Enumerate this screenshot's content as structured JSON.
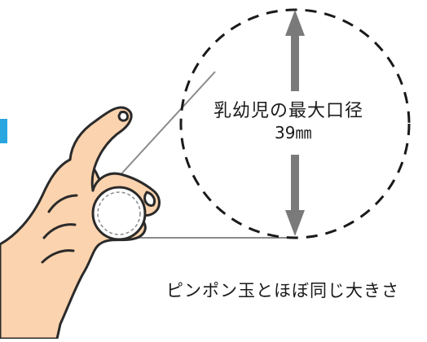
{
  "diagram": {
    "title_label": "乳幼児の最大口径",
    "size_label": "39㎜",
    "caption": "ピンポン玉とほぼ同じ大きさ"
  },
  "colors": {
    "skin": "#fbd3ae",
    "outline": "#2a2a2a",
    "arrow": "#7a7a7a",
    "accent": "#29a6e0",
    "connector": "#8a8a8a"
  }
}
